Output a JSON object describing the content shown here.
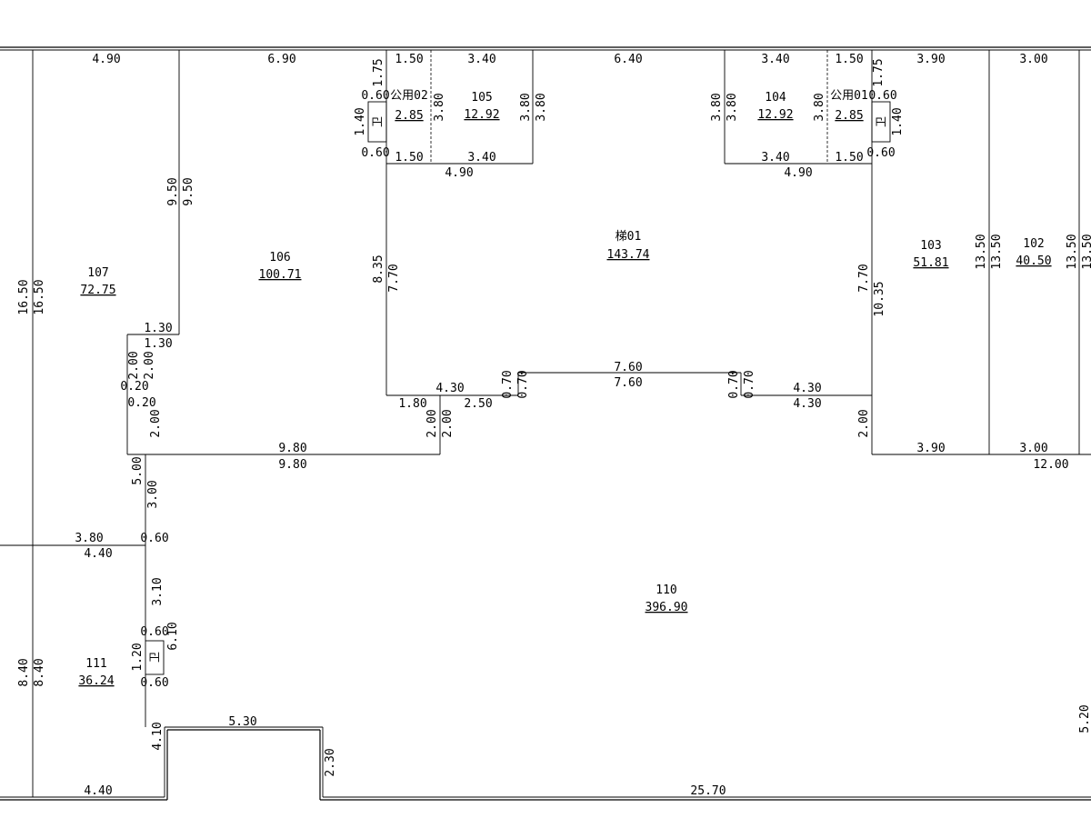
{
  "rooms": {
    "r107": {
      "label": "107",
      "area": "72.75"
    },
    "r106": {
      "label": "106",
      "area": "100.71"
    },
    "r105": {
      "label": "105",
      "area": "12.92"
    },
    "r104": {
      "label": "104",
      "area": "12.92"
    },
    "r103": {
      "label": "103",
      "area": "51.81"
    },
    "r102": {
      "label": "102",
      "area": "40.50"
    },
    "r110": {
      "label": "110",
      "area": "396.90"
    },
    "r111": {
      "label": "111",
      "area": "36.24"
    },
    "stair": {
      "label": "梯01",
      "area": "143.74"
    },
    "shared02": {
      "label": "公用02",
      "area": "2.85"
    },
    "shared01": {
      "label": "公用01",
      "area": "2.85"
    }
  },
  "fixtures": {
    "toilet_mark": "卫"
  },
  "dims": {
    "d490": "4.90",
    "d690": "6.90",
    "d150": "1.50",
    "d340": "3.40",
    "d640": "6.40",
    "d390": "3.90",
    "d300": "3.00",
    "d175": "1.75",
    "d060": "0.60",
    "d140": "1.40",
    "d380": "3.80",
    "d950": "9.50",
    "d1650": "16.50",
    "d835": "8.35",
    "d770": "7.70",
    "d1035": "10.35",
    "d1350": "13.50",
    "d130": "1.30",
    "d200": "2.00",
    "d020": "0.20",
    "d760": "7.60",
    "d070": "0.70",
    "d430": "4.30",
    "d180": "1.80",
    "d250": "2.50",
    "d980": "9.80",
    "d1200": "12.00",
    "d500": "5.00",
    "d440": "4.40",
    "d310": "3.10",
    "d610": "6.10",
    "d120": "1.20",
    "d840": "8.40",
    "d410": "4.10",
    "d530": "5.30",
    "d230": "2.30",
    "d2570": "25.70",
    "d520": "5.20"
  }
}
